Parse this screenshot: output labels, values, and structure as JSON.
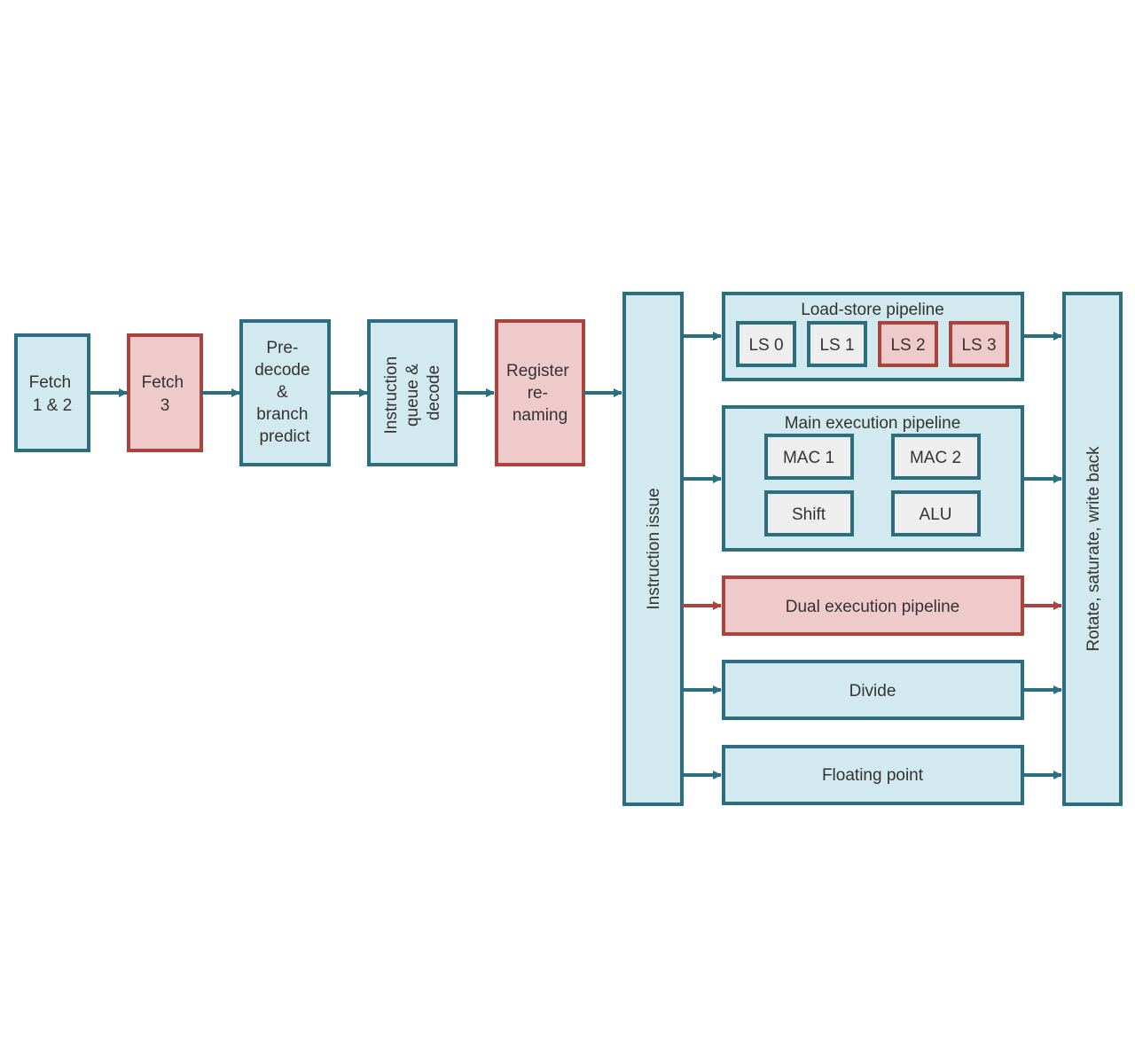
{
  "stages": {
    "fetch12": [
      "Fetch",
      "1 & 2"
    ],
    "fetch3": [
      "Fetch",
      "3"
    ],
    "predecode": [
      "Pre-",
      "decode",
      "&",
      "branch",
      "predict"
    ],
    "iqueue": [
      "Instruction",
      "queue &",
      "decode"
    ],
    "rename": [
      "Register",
      "re-",
      "naming"
    ],
    "issue": "Instruction issue",
    "writeback": "Rotate, saturate, write back"
  },
  "pipelines": {
    "loadstore": {
      "title": "Load-store pipeline",
      "units": [
        "LS 0",
        "LS 1",
        "LS 2",
        "LS 3"
      ]
    },
    "main": {
      "title": "Main execution pipeline",
      "units": [
        "MAC 1",
        "MAC 2",
        "Shift",
        "ALU"
      ]
    },
    "dual": "Dual execution pipeline",
    "divide": "Divide",
    "fp": "Floating point"
  },
  "colors": {
    "blue_fill": "#d3e9f0",
    "blue_stroke": "#2b6e80",
    "red_fill": "#efcaca",
    "red_stroke": "#a9443f",
    "inner_fill": "#eeeeee"
  }
}
